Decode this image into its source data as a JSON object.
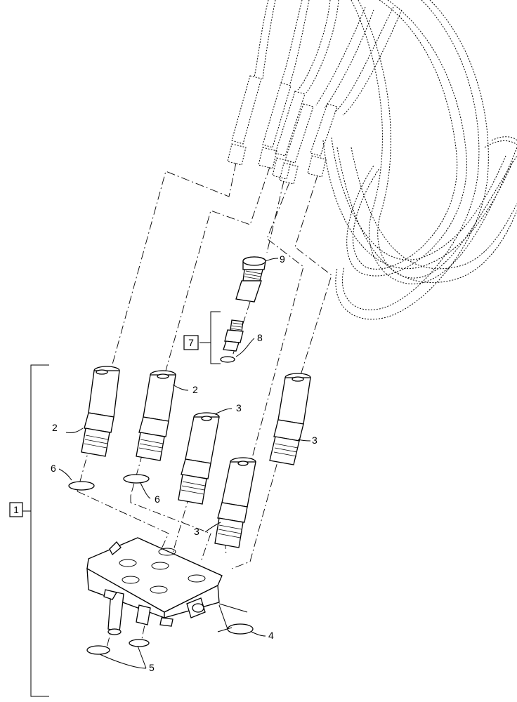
{
  "callouts": {
    "c1": "1",
    "c2a": "2",
    "c2b": "2",
    "c3a": "3",
    "c3b": "3",
    "c3c": "3",
    "c4": "4",
    "c5": "5",
    "c6a": "6",
    "c6b": "6",
    "c7": "7",
    "c8": "8",
    "c9": "9"
  },
  "icons": {
    "hoses": "hydraulic-hose-bundle-icon",
    "block": "manifold-block-icon",
    "coupler": "quick-coupler-icon",
    "oring": "o-ring-icon"
  },
  "colors": {
    "line": "#000000",
    "background": "#ffffff"
  }
}
